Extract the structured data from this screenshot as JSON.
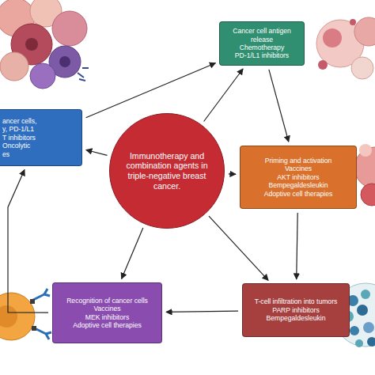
{
  "diagram": {
    "nodes": [
      {
        "text": [
          "ancer cells,",
          "y, PD-1/L1",
          "T inhibitors",
          "Oncolytic",
          "es"
        ]
      },
      {
        "text": [
          "Cancer cell antigen release",
          "Chemotherapy",
          "PD-1/L1 inhibitors"
        ]
      },
      {
        "text": [
          "Immunotherapy and combination agents in triple-negative breast cancer."
        ]
      },
      {
        "text": [
          "Priming and activation",
          "Vaccines",
          "AKT inhibitors",
          "Bempegaldesleukin",
          "Adoptive cell therapies"
        ]
      },
      {
        "text": [
          "T-cell infiltration into tumors",
          "PARP inhibitors",
          "Bempegaldesleukin"
        ]
      },
      {
        "text": [
          "Recognition of cancer cells",
          "Vaccines",
          "MEK inhibitors",
          "Adoptive cell therapies"
        ]
      }
    ],
    "edges": [
      {
        "from": 0,
        "to": 1,
        "arrow": "to"
      },
      {
        "from": 1,
        "to": 3,
        "arrow": "to"
      },
      {
        "from": 3,
        "to": 4,
        "arrow": "to"
      },
      {
        "from": 4,
        "to": 5,
        "arrow": "to"
      },
      {
        "from": 5,
        "to": 0,
        "arrow": "to"
      },
      {
        "from": 2,
        "to": 1,
        "arrow": "to"
      },
      {
        "from": 2,
        "to": 3,
        "arrow": "to"
      },
      {
        "from": 2,
        "to": 4,
        "arrow": "to"
      },
      {
        "from": 2,
        "to": 5,
        "arrow": "to"
      },
      {
        "from": 2,
        "to": 0,
        "arrow": "to"
      }
    ]
  }
}
